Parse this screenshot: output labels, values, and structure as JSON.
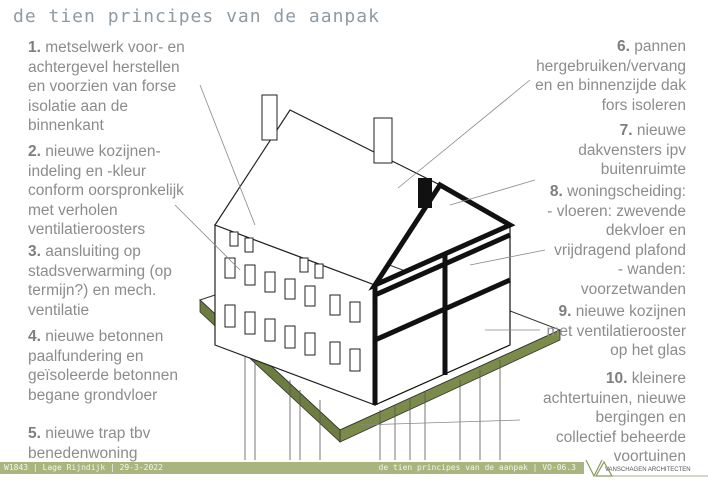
{
  "title": "de tien principes van de aanpak",
  "left_items": [
    {
      "number": "1.",
      "lines": [
        "metselwerk voor- en",
        "achtergevel herstellen",
        "en voorzien van forse",
        "isolatie aan de",
        "binnenkant"
      ]
    },
    {
      "number": "2.",
      "lines": [
        "nieuwe kozijnen-",
        "indeling en -kleur",
        "conform oorspronkelijk",
        "met verholen",
        "ventilatieroosters"
      ]
    },
    {
      "number": "3.",
      "lines": [
        "aansluiting op",
        "stadsverwarming (op",
        "termijn?) en mech.",
        "ventilatie"
      ]
    },
    {
      "number": "4.",
      "lines": [
        "nieuwe betonnen",
        "paalfundering en",
        "geïsoleerde betonnen",
        "begane grondvloer"
      ]
    },
    {
      "number": "5.",
      "lines": [
        "nieuwe trap tbv",
        "benedenwoning"
      ]
    }
  ],
  "right_items": [
    {
      "number": "6.",
      "lines": [
        "pannen",
        "hergebruiken/vervang",
        "en en binnenzijde dak",
        "fors isoleren"
      ]
    },
    {
      "number": "7.",
      "lines": [
        "nieuwe",
        "dakvensters ipv",
        "buitenruimte"
      ]
    },
    {
      "number": "8.",
      "lines": [
        "woningscheiding:",
        "- vloeren: zwevende",
        "dekvloer en",
        "vrijdragend plafond",
        "- wanden:",
        "voorzetwanden"
      ]
    },
    {
      "number": "9.",
      "lines": [
        "nieuwe kozijnen",
        "met ventilatierooster",
        "op het glas"
      ]
    },
    {
      "number": "10.",
      "lines": [
        "kleinere",
        "achtertuinen, nieuwe",
        "bergingen en",
        "collectief beheerde",
        "voortuinen"
      ]
    }
  ],
  "footer": {
    "left": "W1843 | Lage Rijndijk | 29-3-2022",
    "right": "de tien principes van de aanpak  | VO-06.3",
    "logo": "VANSCHAGEN ARCHITECTEN"
  },
  "colors": {
    "footer_bg": "#a9b57f",
    "text": "#8c8c8c",
    "title": "#8f9aa3"
  }
}
